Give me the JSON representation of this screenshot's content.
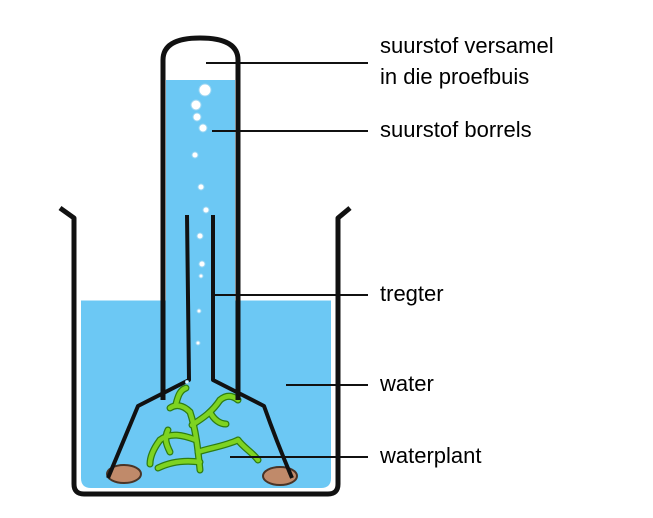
{
  "labels": {
    "oxygen_collected_line1": "suurstof versamel",
    "oxygen_collected_line2": "in die proefbuis",
    "oxygen_bubbles": "suurstof borrels",
    "funnel": "tregter",
    "water": "water",
    "waterplant": "waterplant"
  },
  "colors": {
    "water": "#6cc8f4",
    "outline": "#111111",
    "plant": "#7ed321",
    "plant_outline": "#2e7d12",
    "rock": "#c08a6a"
  }
}
